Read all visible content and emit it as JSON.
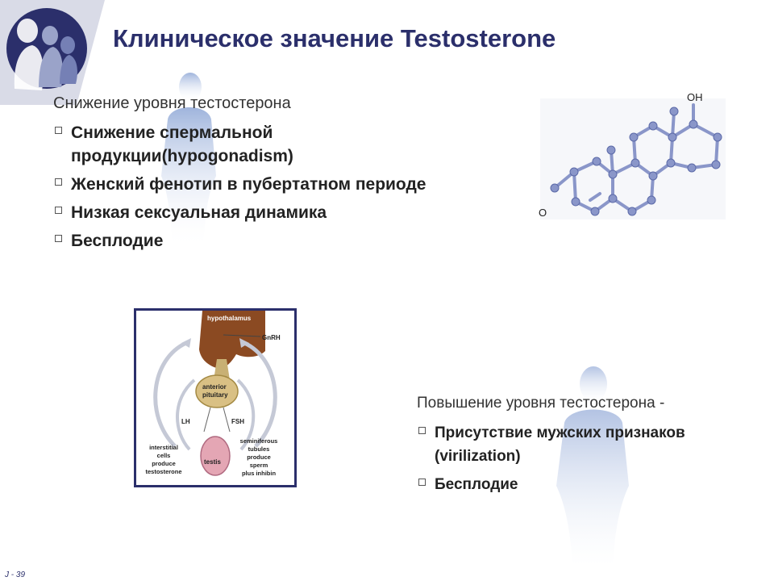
{
  "slide": {
    "title": "Клиническое значение Testosterone",
    "number": "J - 39",
    "accent_color": "#2b2f6b"
  },
  "section_low": {
    "heading": "Снижение уровня тестостерона",
    "items": [
      "Снижение спермальной продукции(hypogonadism)",
      "Женский фенотип в пубертатном периоде",
      "Низкая сексуальная динамика",
      "Бесплодие"
    ]
  },
  "section_high": {
    "heading": "Повышение уровня тестостерона -",
    "items": [
      "Присутствие мужских признаков (virilization)",
      "Бесплодие"
    ]
  },
  "molecule": {
    "oh_label": "OH",
    "o_label": "O"
  },
  "diagram": {
    "hypothalamus": "hypothalamus",
    "gnrh": "GnRH",
    "anterior": "anterior",
    "pituitary": "pituitary",
    "lh": "LH",
    "fsh": "FSH",
    "testis": "testis",
    "left_text": [
      "interstitial",
      "cells",
      "produce",
      "testosterone"
    ],
    "right_text": [
      "seminiferous",
      "tubules",
      "produce",
      "sperm",
      "plus inhibin"
    ]
  }
}
